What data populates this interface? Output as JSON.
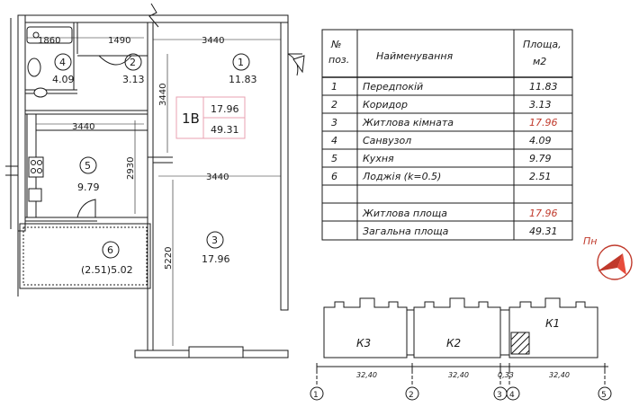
{
  "plan": {
    "dimensions": [
      "1860",
      "1490",
      "3440",
      "3440",
      "3440",
      "3440",
      "2930",
      "5220"
    ],
    "rooms": [
      {
        "num": "1",
        "area": "11.83"
      },
      {
        "num": "2",
        "area": "3.13"
      },
      {
        "num": "3",
        "area": "17.96"
      },
      {
        "num": "4",
        "area": "4.09"
      },
      {
        "num": "5",
        "area": "9.79"
      },
      {
        "num": "6",
        "area": "(2.51)5.02"
      }
    ],
    "apartment": {
      "type": "1B",
      "living": "17.96",
      "total": "49.31"
    }
  },
  "table": {
    "headers": {
      "num": "№ поз.",
      "name": "Найменування",
      "area": "Площа, м2"
    },
    "header_lines": {
      "num": [
        "№",
        "поз."
      ],
      "area": [
        "Площа,",
        "м2"
      ]
    },
    "rows": [
      {
        "num": "1",
        "name": "Передпокій",
        "area": "11.83"
      },
      {
        "num": "2",
        "name": "Коридор",
        "area": "3.13"
      },
      {
        "num": "3",
        "name": "Житлова кімната",
        "area": "17.96"
      },
      {
        "num": "4",
        "name": "Санвузол",
        "area": "4.09"
      },
      {
        "num": "5",
        "name": "Кухня",
        "area": "9.79"
      },
      {
        "num": "6",
        "name": "Лоджія (k=0.5)",
        "area": "2.51"
      }
    ],
    "totals": [
      {
        "name": "Житлова площа",
        "area": "17.96"
      },
      {
        "name": "Загальна площа",
        "area": "49.31"
      }
    ]
  },
  "north": {
    "label": "Пн"
  },
  "keyplan": {
    "sections": [
      "К3",
      "К2",
      "К1"
    ],
    "spans": [
      "32,40",
      "32,40",
      "0,33",
      "32,40"
    ],
    "axes": [
      "1",
      "2",
      "3",
      "4",
      "5"
    ]
  },
  "colors": {
    "line": "#1a1a1a",
    "highlight": "#c0392b",
    "apartment_box": "#e9a0b0"
  }
}
